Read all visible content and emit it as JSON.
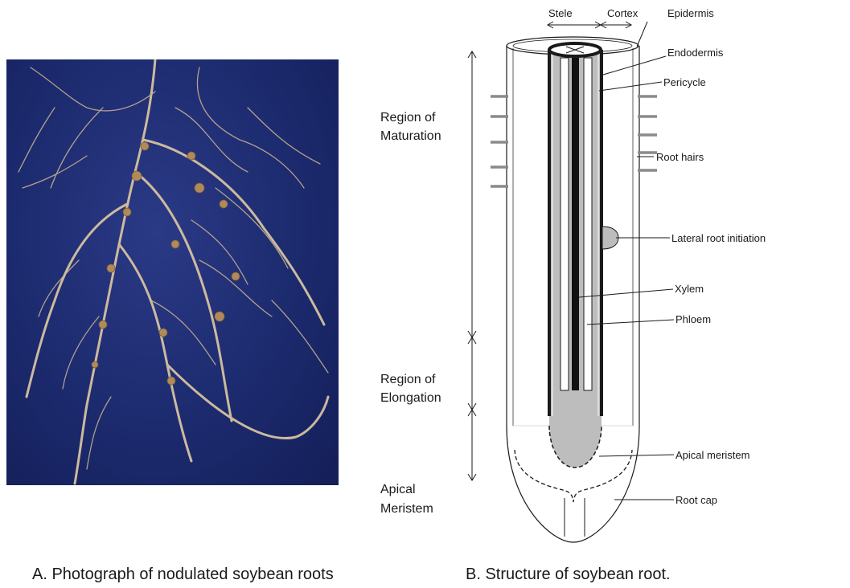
{
  "photo": {
    "subject": "nodulated-soybean-roots"
  },
  "diagram": {
    "top_labels": {
      "stele": "Stele",
      "cortex": "Cortex",
      "epidermis": "Epidermis"
    },
    "right_labels": {
      "endodermis": "Endodermis",
      "pericycle": "Pericycle",
      "root_hairs": "Root hairs",
      "lateral_root_initiation": "Lateral root initiation",
      "xylem": "Xylem",
      "phloem": "Phloem",
      "apical_meristem": "Apical meristem",
      "root_cap": "Root cap"
    },
    "regions": {
      "maturation": [
        "Region of",
        "Maturation"
      ],
      "elongation": [
        "Region of",
        "Elongation"
      ],
      "apical": [
        "Apical",
        "Meristem"
      ]
    }
  },
  "captions": {
    "a": "A. Photograph of nodulated soybean roots",
    "b": "B. Structure of soybean root."
  }
}
